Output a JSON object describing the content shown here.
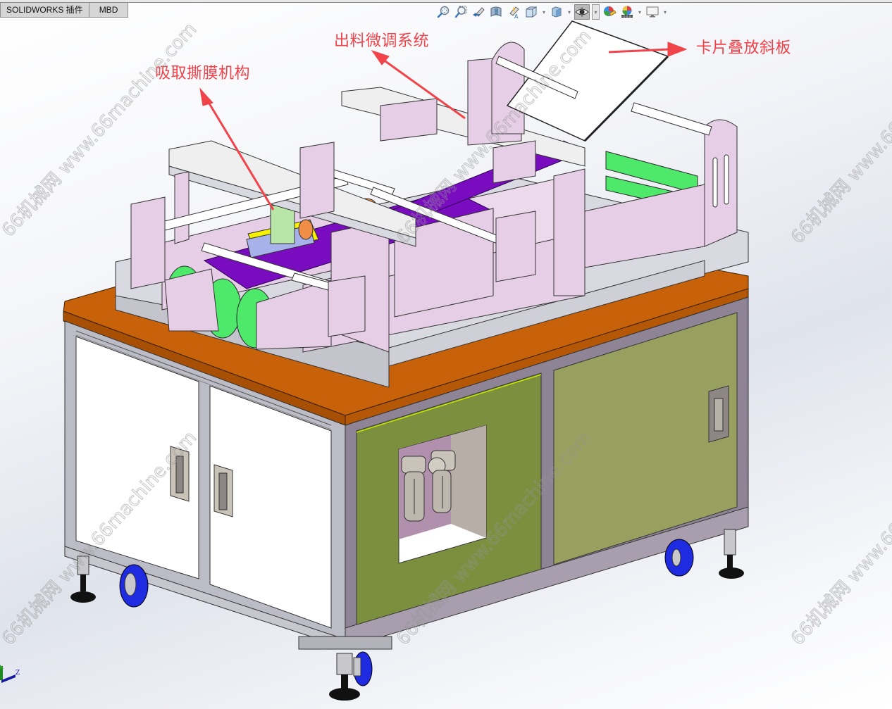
{
  "window": {
    "app": "SOLIDWORKS"
  },
  "command_manager": {
    "tabs": [
      {
        "label": "SOLIDWORKS 插件",
        "active": false
      },
      {
        "label": "MBD",
        "active": false
      }
    ]
  },
  "heads_up_toolbar": {
    "buttons": [
      {
        "name": "zoom-to-fit",
        "icon": "zoom-fit-icon"
      },
      {
        "name": "zoom-to-area",
        "icon": "zoom-area-icon"
      },
      {
        "name": "previous-view",
        "icon": "previous-view-icon"
      },
      {
        "name": "section-view",
        "icon": "section-view-icon"
      },
      {
        "name": "dynamic-annotation-views",
        "icon": "annotation-view-icon"
      },
      {
        "name": "view-orientation",
        "icon": "view-orientation-icon",
        "dropdown": true
      },
      {
        "name": "display-style",
        "icon": "display-style-icon",
        "dropdown": true
      },
      {
        "name": "hide-show-items",
        "icon": "eye-icon",
        "dropdown": true,
        "active": true
      },
      {
        "name": "edit-appearance",
        "icon": "edit-appearance-icon"
      },
      {
        "name": "apply-scene",
        "icon": "scene-icon",
        "dropdown": true
      },
      {
        "name": "view-settings",
        "icon": "monitor-icon",
        "dropdown": true
      }
    ]
  },
  "annotations": [
    {
      "id": "suction-peel",
      "label": "吸取撕膜机构"
    },
    {
      "id": "output-fine-tune",
      "label": "出料微调系统"
    },
    {
      "id": "card-stack-ramp",
      "label": "卡片叠放斜板"
    }
  ],
  "watermark": {
    "site": "www.66machine.com",
    "brand": "66机械网",
    "combined": "66机械网 www.66machine.com"
  },
  "triad": {
    "z_label": "Z"
  },
  "colors": {
    "annotation_red": "#f0434a",
    "frame_lilac": "#e6cfe6",
    "belt_purple": "#7a0cc0",
    "belt_green": "#4ee86a",
    "tabletop_orange": "#c8620a",
    "panel_olive": "#7b8f3f",
    "panel_olive_light": "#97a05e",
    "caster_blue": "#1f2be0",
    "aluminum": "#b8b8c4"
  }
}
